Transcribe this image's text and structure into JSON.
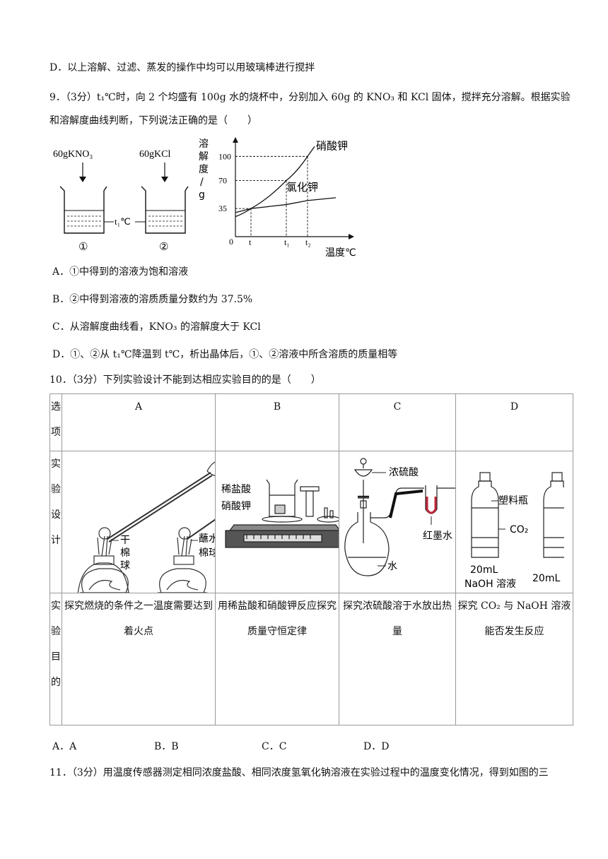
{
  "q8": {
    "option_d": "D．以上溶解、过滤、蒸发的操作中均可以用玻璃棒进行搅拌"
  },
  "q9": {
    "stem_line1": "9．（3分）t₁℃时，向 2 个均盛有 100g 水的烧杯中，分别加入 60g 的 KNO₃ 和 KCl 固体，搅拌充分溶解。根据实验",
    "stem_line2": "和溶解度曲线判断，下列说法正确的是（　　）",
    "beaker1_label": "60gKNO₃",
    "beaker2_label": "60gKCl",
    "beaker1_num": "①",
    "beaker2_num": "②",
    "temp_label": "t₁℃",
    "options": {
      "a": "A．①中得到的溶液为饱和溶液",
      "b": "B．②中得到溶液的溶质质量分数约为 37.5%",
      "c": "C．从溶解度曲线看，KNO₃ 的溶解度大于 KCl",
      "d": "D．①、②从 t₁℃降温到 t℃，析出晶体后，①、②溶液中所含溶质的质量相等"
    },
    "chart_data": {
      "type": "line",
      "ylabel": "溶解度/g",
      "xlabel": "温度℃",
      "origin_label": "0",
      "x_ticks": [
        "t",
        "t₁",
        "t₂"
      ],
      "y_ticks": [
        35,
        70,
        100
      ],
      "series": [
        {
          "name": "硝酸钾",
          "x": [
            "0",
            "t",
            "t₁",
            "t₂"
          ],
          "y": [
            25,
            35,
            70,
            100
          ]
        },
        {
          "name": "氯化钾",
          "x": [
            "0",
            "t",
            "t₁",
            "t₂"
          ],
          "y": [
            30,
            35,
            40,
            45
          ]
        }
      ]
    }
  },
  "q10": {
    "stem": "10．（3分）下列实验设计不能到达相应实验目的的是（　　）",
    "row_heads": [
      "选项",
      "实验设计",
      "实验目的"
    ],
    "columns": [
      "A",
      "B",
      "C",
      "D"
    ],
    "design_labels": {
      "a_dry": "干棉球",
      "a_wet": "蘸水的棉球",
      "b_acid": "稀盐酸",
      "b_salt": "硝酸钾",
      "c_acid": "浓硫酸",
      "c_water": "水",
      "c_ink": "红墨水",
      "d_bottle": "塑料瓶",
      "d_gas": "CO₂",
      "d_vol": "20mL",
      "d_sol": "NaOH 溶液",
      "d_vol2": "20mL"
    },
    "goals": [
      "探究燃烧的条件之一温度需要达到着火点",
      "用稀盐酸和硝酸钾反应探究质量守恒定律",
      "探究浓硫酸溶于水放出热量",
      "探究 CO₂ 与 NaOH 溶液能否发生反应"
    ],
    "answer_options": [
      "A．A",
      "B．B",
      "C．C",
      "D．D"
    ]
  },
  "q11": {
    "stem_start": "11．（3分）用温度传感器测定相同浓度盐酸、相同浓度氢氧化钠溶液在实验过程中的温度变化情况，得到如图的三"
  }
}
